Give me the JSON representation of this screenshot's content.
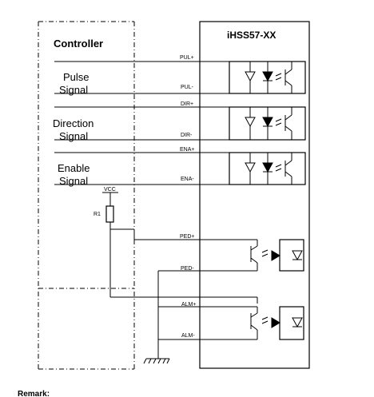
{
  "controller": {
    "title": "Controller",
    "pulse_signal": [
      "Pulse",
      "Signal"
    ],
    "direction_signal": [
      "Direction",
      "Signal"
    ],
    "enable_signal": [
      "Enable",
      "Signal"
    ]
  },
  "driver": {
    "title": "iHSS57-XX",
    "pins": {
      "pul_plus": "PUL+",
      "pul_minus": "PUL-",
      "dir_plus": "DIR+",
      "dir_minus": "DIR-",
      "ena_plus": "ENA+",
      "ena_minus": "ENA-",
      "ped_plus": "PED+",
      "ped_minus": "PED-",
      "alm_plus": "ALM+",
      "alm_minus": "ALM-"
    }
  },
  "components": {
    "vcc": "VCC",
    "resistor": "R1"
  },
  "footer": {
    "remark": "Remark:"
  }
}
